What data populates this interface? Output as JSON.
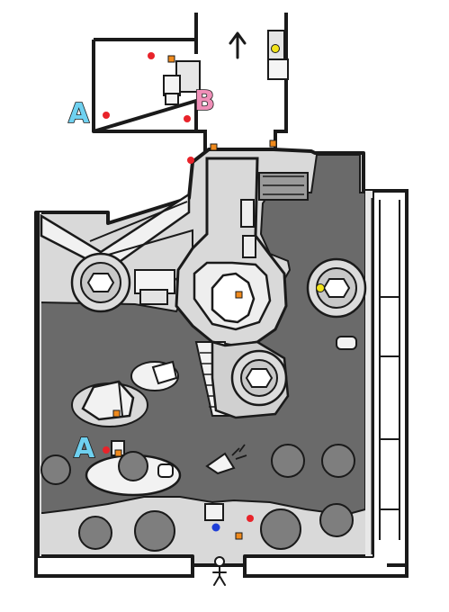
{
  "map": {
    "markers": {
      "label_a_top": "A",
      "label_b": "B",
      "label_a_bottom": "A"
    },
    "colors": {
      "floor_dark": "#6a6a6a",
      "floor_light": "#d6d6d6",
      "wall": "#1a1a1a",
      "label_a": "#6fd1f0",
      "label_b": "#f08fb8",
      "red_marker": "#e8232a",
      "orange_marker": "#f08a1c",
      "yellow_marker": "#f2e31a",
      "blue_marker": "#1f3fd8"
    },
    "icons": {
      "exit": "up-arrow-icon",
      "start": "player-figure-icon"
    }
  }
}
